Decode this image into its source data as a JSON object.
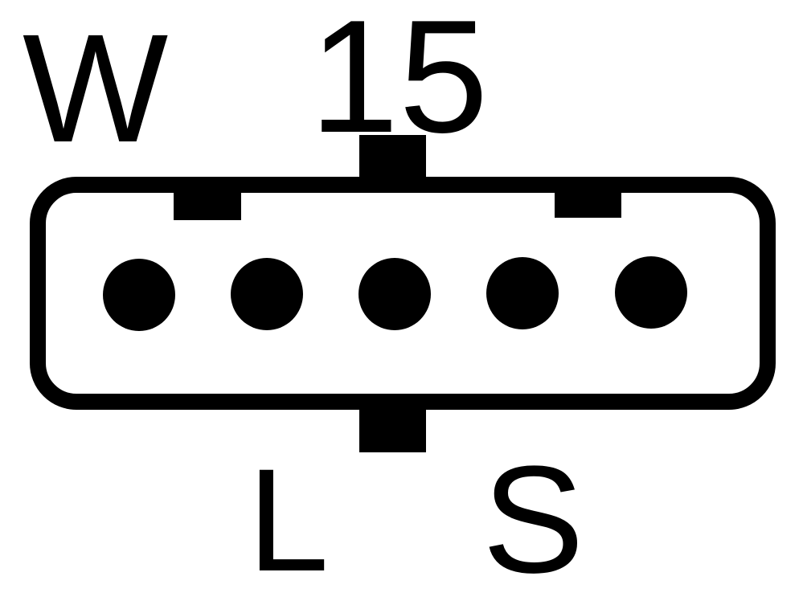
{
  "diagram": {
    "type": "connector-pinout",
    "pin_count": 5,
    "colors": {
      "stroke": "#000000",
      "background": "#ffffff"
    },
    "labels": {
      "top_left": "W",
      "top_center": "15",
      "bottom_left": "L",
      "bottom_right": "S"
    },
    "pins": [
      {
        "index": 1
      },
      {
        "index": 2
      },
      {
        "index": 3
      },
      {
        "index": 4
      },
      {
        "index": 5
      }
    ]
  }
}
